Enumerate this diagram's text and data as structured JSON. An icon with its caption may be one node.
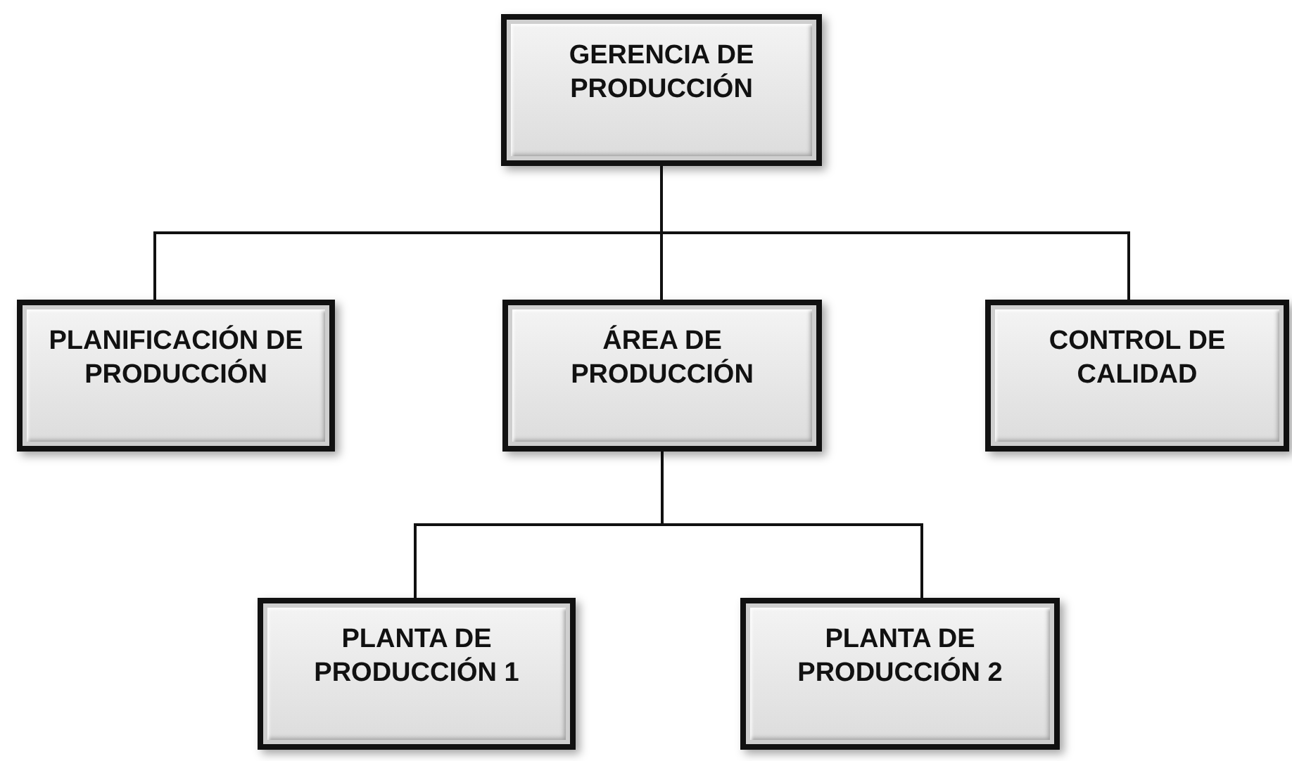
{
  "diagram": {
    "nodes": [
      {
        "text": [
          "GERENCIA DE PRODUCCIÓN"
        ]
      },
      {
        "text": [
          "PLANIFICACIÓN DE PRODUCCIÓN"
        ]
      },
      {
        "text": [
          "ÁREA DE PRODUCCIÓN"
        ]
      },
      {
        "text": [
          "CONTROL DE CALIDAD"
        ]
      },
      {
        "text": [
          "PLANTA DE PRODUCCIÓN 1"
        ]
      },
      {
        "text": [
          "PLANTA DE PRODUCCIÓN 2"
        ]
      }
    ],
    "edges": [
      {
        "from": 0,
        "to": 1,
        "arrow": "none"
      },
      {
        "from": 0,
        "to": 2,
        "arrow": "none"
      },
      {
        "from": 0,
        "to": 3,
        "arrow": "none"
      },
      {
        "from": 2,
        "to": 4,
        "arrow": "none"
      },
      {
        "from": 2,
        "to": 5,
        "arrow": "none"
      }
    ]
  }
}
